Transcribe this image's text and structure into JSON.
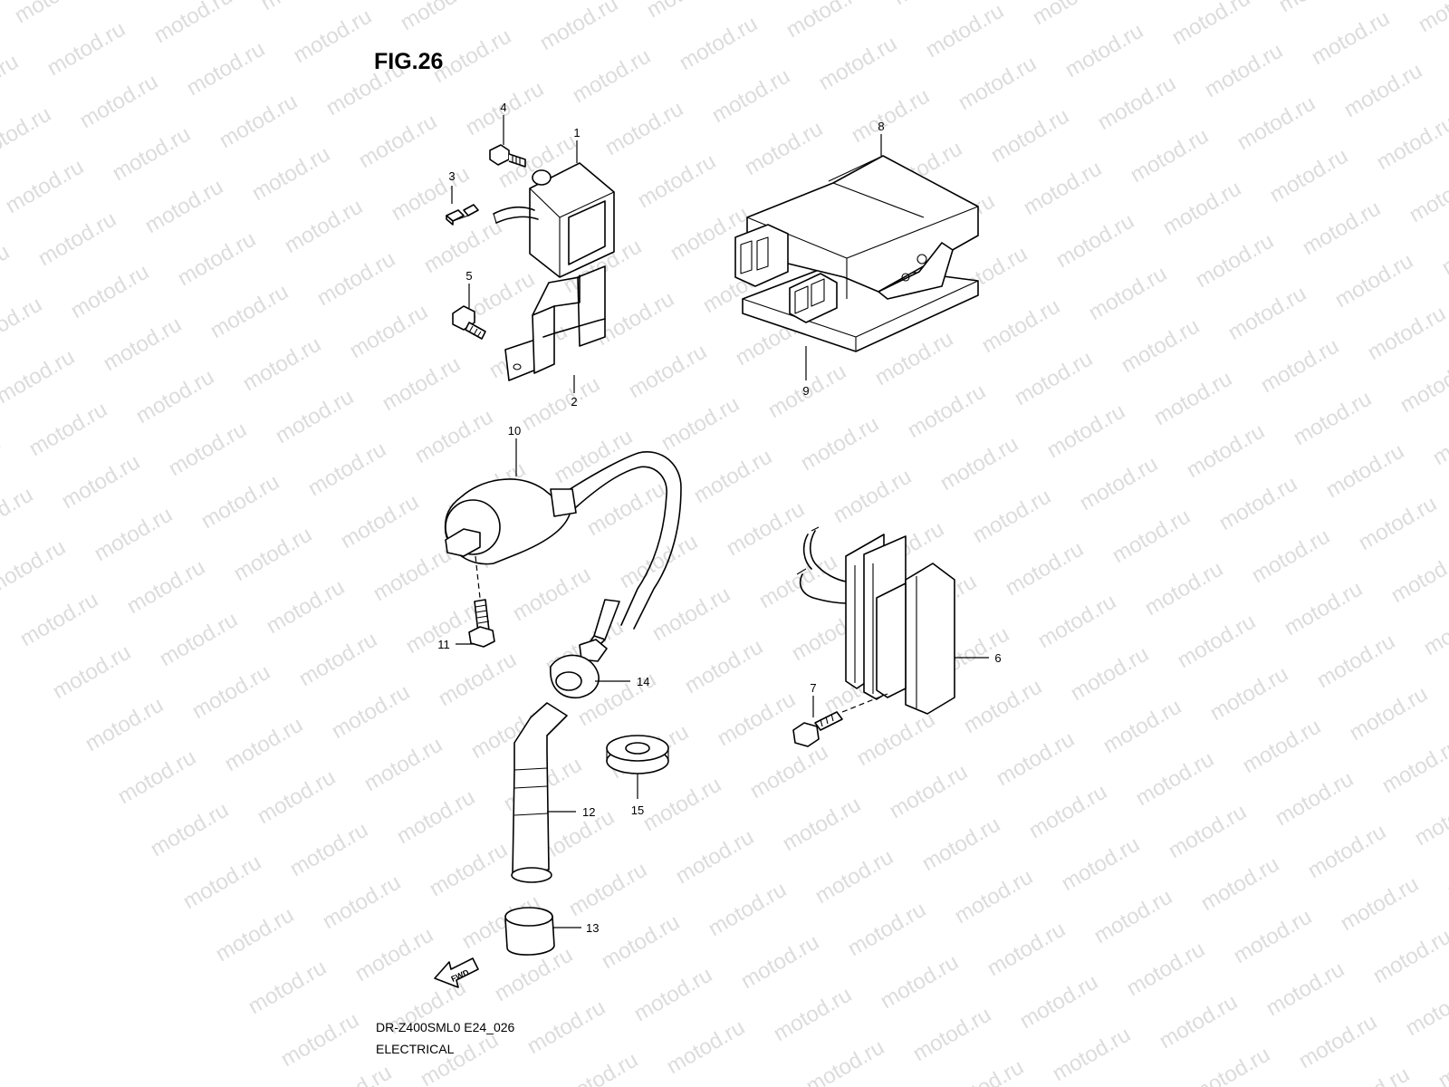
{
  "figure": {
    "title": "FIG.26"
  },
  "footer": {
    "model_code": "DR-Z400SML0 E24_026",
    "section": "ELECTRICAL"
  },
  "watermark": {
    "text": "motod.ru"
  },
  "arrow": {
    "label": "FWD"
  },
  "callouts": [
    "1",
    "2",
    "3",
    "4",
    "5",
    "6",
    "7",
    "8",
    "9",
    "10",
    "11",
    "12",
    "13",
    "14",
    "15"
  ]
}
